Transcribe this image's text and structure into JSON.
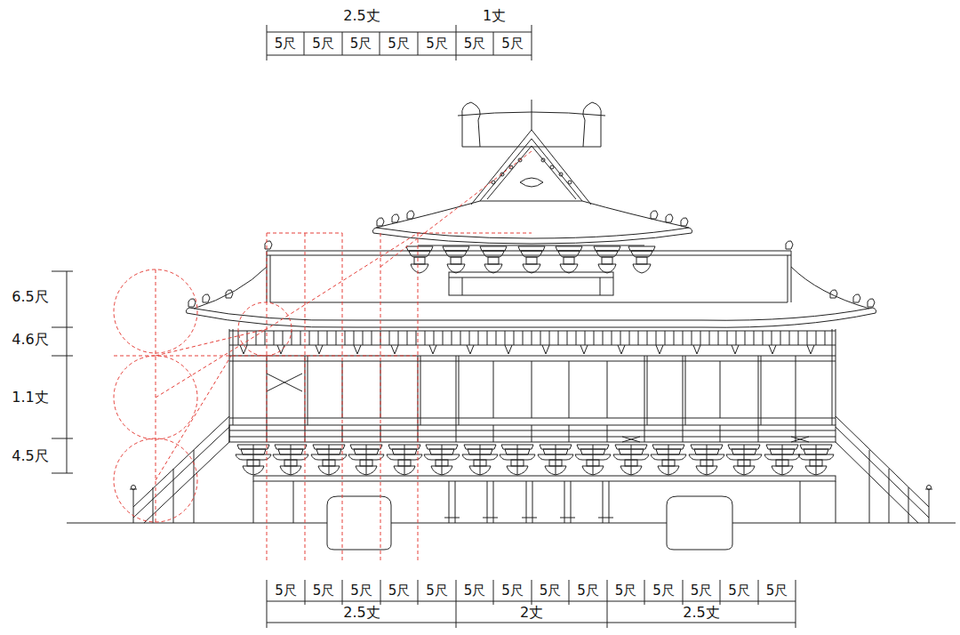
{
  "diagram": {
    "labels": [
      "2.5丈",
      "1丈",
      "5尺",
      "5尺",
      "5尺",
      "5尺",
      "5尺",
      "5尺",
      "5尺",
      "6.5尺",
      "4.6尺",
      "1.1丈",
      "4.5尺",
      "5尺",
      "5尺",
      "5尺",
      "5尺",
      "5尺",
      "5尺",
      "5尺",
      "5尺",
      "5尺",
      "5尺",
      "5尺",
      "5尺",
      "5尺",
      "5尺",
      "2.5丈",
      "2丈",
      "2.5丈"
    ]
  }
}
